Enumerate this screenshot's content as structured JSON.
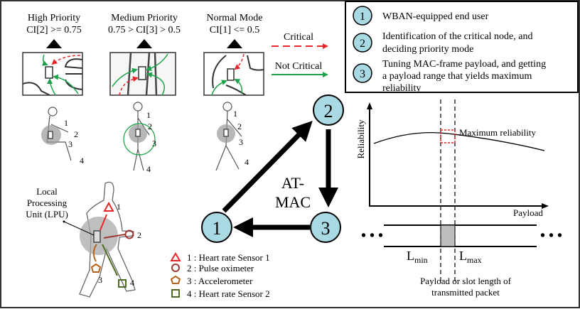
{
  "modes": [
    {
      "title": "High Priority",
      "condition": "CI[2] >= 0.75"
    },
    {
      "title": "Medium Priority",
      "condition": "0.75 > CI[3] > 0.5"
    },
    {
      "title": "Normal Mode",
      "condition": "CI[1] <= 0.5"
    }
  ],
  "link_legend": {
    "critical": "Critical",
    "not_critical": "Not Critical"
  },
  "steps": [
    {
      "num": "1",
      "lines": [
        "WBAN-equipped end user"
      ]
    },
    {
      "num": "2",
      "lines": [
        "Identification of the critical node, and",
        "deciding priority mode"
      ]
    },
    {
      "num": "3",
      "lines": [
        "Tuning MAC-frame payload, and getting",
        "a payload range that yields maximum",
        "reliability"
      ]
    }
  ],
  "cycle": {
    "label_line1": "AT-",
    "label_line2": "MAC"
  },
  "figure_labels": {
    "n1": "1",
    "n2": "2",
    "n3": "3",
    "n4": "4"
  },
  "lpu_label": [
    "Local",
    "Processing",
    "Unit (LPU)"
  ],
  "sensors": [
    {
      "num": "1",
      "label": "1 : Heart rate Sensor 1",
      "shape": "triangle",
      "color": "#e8262a"
    },
    {
      "num": "2",
      "label": "2 : Pulse oximeter",
      "shape": "circle",
      "color": "#9b3a32"
    },
    {
      "num": "3",
      "label": "3 : Accelerometer",
      "shape": "pentagon",
      "color": "#b5621c"
    },
    {
      "num": "4",
      "label": "4 : Heart rate Sensor 2",
      "shape": "square",
      "color": "#4d6b22"
    }
  ],
  "chart": {
    "ylabel": "Reliability",
    "xlabel": "Payload",
    "annotation": "Maximum reliability",
    "lmin": "L",
    "lmin_sub": "min",
    "lmax": "L",
    "lmax_sub": "max",
    "dots": "• • •",
    "caption": [
      "Payload or slot length of",
      "transmitted packet"
    ]
  },
  "colors": {
    "node_fill": "#a9d9e3",
    "critical": "#e8262a",
    "not_critical": "#1fa34a"
  }
}
